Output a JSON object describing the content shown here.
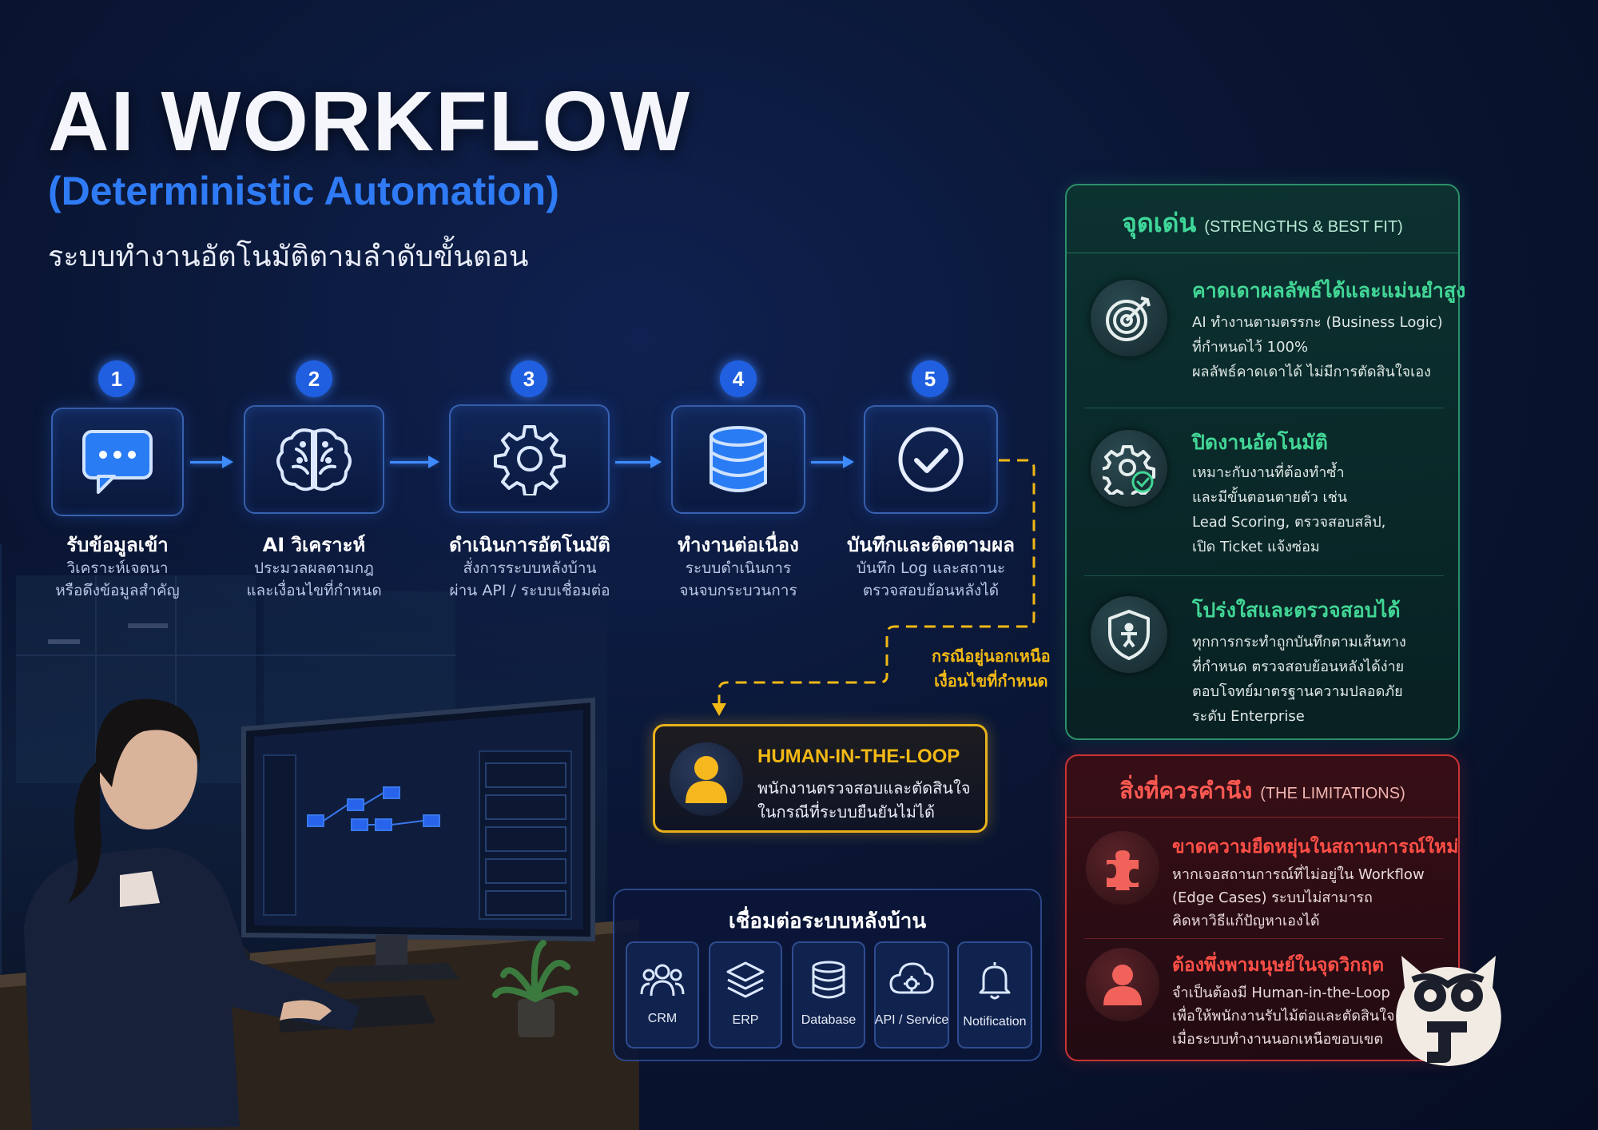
{
  "header": {
    "title": "AI WORKFLOW",
    "subtitle": "(Deterministic Automation)",
    "tagline": "ระบบทำงานอัตโนมัติตามลำดับขั้นตอน"
  },
  "steps": [
    {
      "num": "1",
      "icon": "chat-icon",
      "title": "รับข้อมูลเข้า",
      "desc1": "วิเคราะห์เจตนา",
      "desc2": "หรือดึงข้อมูลสำคัญ"
    },
    {
      "num": "2",
      "icon": "brain-icon",
      "title": "AI วิเคราะห์",
      "desc1": "ประมวลผลตามกฎ",
      "desc2": "และเงื่อนไขที่กำหนด"
    },
    {
      "num": "3",
      "icon": "gear-icon",
      "title": "ดำเนินการอัตโนมัติ",
      "desc1": "สั่งการระบบหลังบ้าน",
      "desc2": "ผ่าน API / ระบบเชื่อมต่อ"
    },
    {
      "num": "4",
      "icon": "database-icon",
      "title": "ทำงานต่อเนื่อง",
      "desc1": "ระบบดำเนินการ",
      "desc2": "จนจบกระบวนการ"
    },
    {
      "num": "5",
      "icon": "check-circle-icon",
      "title": "บันทึกและติดตามผล",
      "desc1": "บันทึก Log และสถานะ",
      "desc2": "ตรวจสอบย้อนหลังได้"
    }
  ],
  "exception": {
    "line1": "กรณีอยู่นอกเหนือ",
    "line2": "เงื่อนไขที่กำหนด"
  },
  "hitl": {
    "title": "HUMAN-IN-THE-LOOP",
    "desc1": "พนักงานตรวจสอบและตัดสินใจ",
    "desc2": "ในกรณีที่ระบบยืนยันไม่ได้"
  },
  "backend": {
    "title": "เชื่อมต่อระบบหลังบ้าน",
    "items": [
      "CRM",
      "ERP",
      "Database",
      "API / Service",
      "Notification"
    ]
  },
  "strengths": {
    "title_thai": "จุดเด่น",
    "title_en": "(STRENGTHS & BEST FIT)",
    "items": [
      {
        "title": "คาดเดาผลลัพธ์ได้และแม่นยำสูง",
        "l1": "AI ทำงานตามตรรกะ (Business Logic)",
        "l2": "ที่กำหนดไว้ 100%",
        "l3": "ผลลัพธ์คาดเดาได้ ไม่มีการตัดสินใจเอง",
        "l4": ""
      },
      {
        "title": "ปิดงานอัตโนมัติ",
        "l1": "เหมาะกับงานที่ต้องทำซ้ำ",
        "l2": "และมีขั้นตอนตายตัว เช่น",
        "l3": "Lead Scoring, ตรวจสอบสลิป,",
        "l4": "เปิด Ticket แจ้งซ่อม"
      },
      {
        "title": "โปร่งใสและตรวจสอบได้",
        "l1": "ทุกการกระทำถูกบันทึกตามเส้นทาง",
        "l2": "ที่กำหนด ตรวจสอบย้อนหลังได้ง่าย",
        "l3": "ตอบโจทย์มาตรฐานความปลอดภัย",
        "l4": "ระดับ Enterprise"
      }
    ]
  },
  "limitations": {
    "title_thai": "สิ่งที่ควรคำนึง",
    "title_en": "(THE LIMITATIONS)",
    "items": [
      {
        "title": "ขาดความยืดหยุ่นในสถานการณ์ใหม่",
        "l1": "หากเจอสถานการณ์ที่ไม่อยู่ใน Workflow",
        "l2": "(Edge Cases) ระบบไม่สามารถ",
        "l3": "คิดหาวิธีแก้ปัญหาเองได้"
      },
      {
        "title": "ต้องพึ่งพามนุษย์ในจุดวิกฤต",
        "l1": "จำเป็นต้องมี Human-in-the-Loop",
        "l2": "เพื่อให้พนักงานรับไม้ต่อและตัดสินใจ",
        "l3": "เมื่อระบบทำงานนอกเหนือขอบเขต"
      }
    ]
  },
  "colors": {
    "accent_blue": "#2f7bf5",
    "strength_green": "#42d696",
    "limit_red": "#ff4f47",
    "hitl_gold": "#f2b915"
  }
}
